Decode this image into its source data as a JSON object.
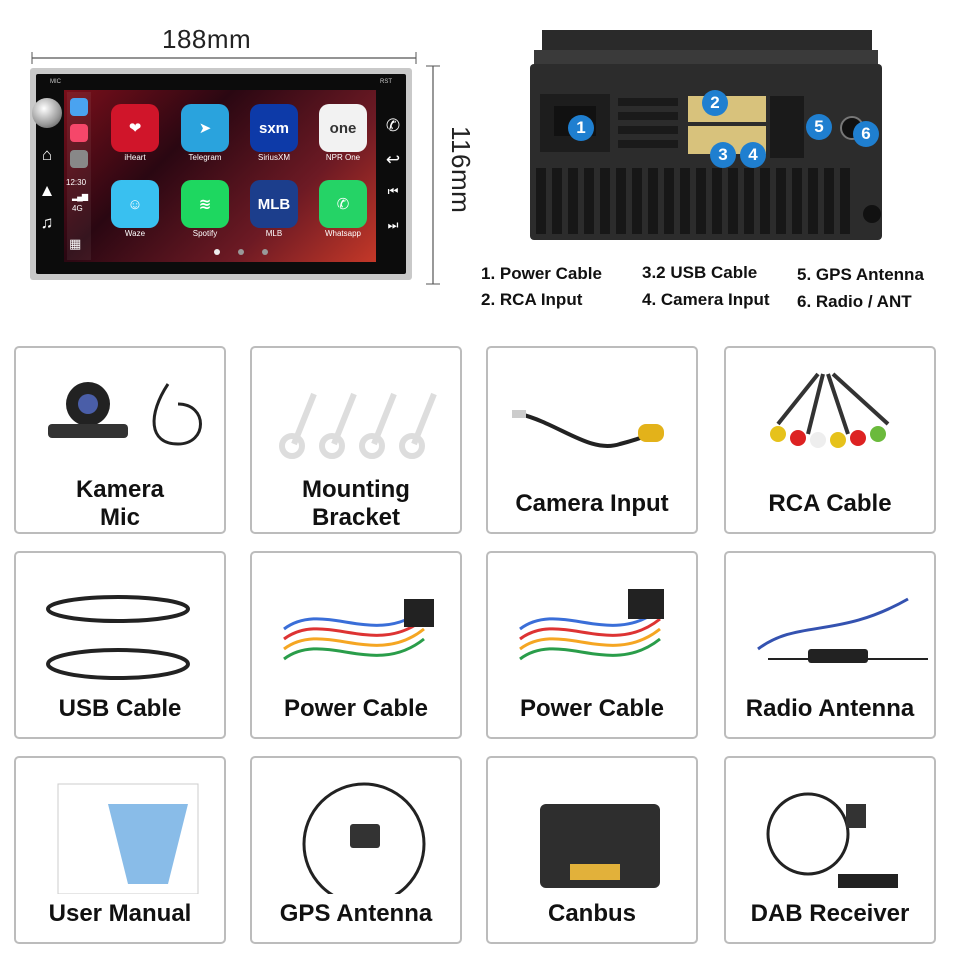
{
  "dimensions": {
    "width": "188mm",
    "height": "116mm"
  },
  "head_unit": {
    "bezel_labels": {
      "mic": "MIC",
      "rst": "RST"
    },
    "status": {
      "time": "12:30",
      "network": "4G"
    },
    "apps": [
      {
        "label": "iHeart",
        "glyph": "❤",
        "color": "#d0152a"
      },
      {
        "label": "Telegram",
        "glyph": "➤",
        "color": "#2aa3dd"
      },
      {
        "label": "SiriusXM",
        "glyph": "sxm",
        "color": "#0d3aa8"
      },
      {
        "label": "NPR One",
        "glyph": "one",
        "color": "#f2f2f2"
      },
      {
        "label": "Waze",
        "glyph": "☺",
        "color": "#39c0f0"
      },
      {
        "label": "Spotify",
        "glyph": "≋",
        "color": "#1ed760"
      },
      {
        "label": "MLB",
        "glyph": "MLB",
        "color": "#1c3e8c"
      },
      {
        "label": "Whatsapp",
        "glyph": "✆",
        "color": "#25d366"
      }
    ],
    "left_icons": [
      "home-icon",
      "navigation-arrow-icon",
      "music-note-icon"
    ],
    "right_icons": [
      "phone-icon",
      "back-icon",
      "previous-track-icon",
      "next-track-icon"
    ]
  },
  "back_panel": {
    "callouts": [
      "1",
      "2",
      "3",
      "4",
      "5",
      "6"
    ]
  },
  "legend": [
    "1. Power Cable",
    "2. RCA Input",
    "3.2 USB Cable",
    "4. Camera Input",
    "5. GPS Antenna",
    "6. Radio / ANT"
  ],
  "accessories": [
    {
      "label1": "Kamera",
      "label2": "Mic"
    },
    {
      "label1": "Mounting",
      "label2": "Bracket"
    },
    {
      "label1": "Camera Input",
      "label2": ""
    },
    {
      "label1": "RCA Cable",
      "label2": ""
    },
    {
      "label1": "USB Cable",
      "label2": ""
    },
    {
      "label1": "Power Cable",
      "label2": ""
    },
    {
      "label1": "Power Cable",
      "label2": ""
    },
    {
      "label1": "Radio Antenna",
      "label2": ""
    },
    {
      "label1": "User Manual",
      "label2": ""
    },
    {
      "label1": "GPS Antenna",
      "label2": ""
    },
    {
      "label1": "Canbus",
      "label2": ""
    },
    {
      "label1": "DAB Receiver",
      "label2": ""
    }
  ],
  "colors": {
    "callout": "#1f7fd0",
    "card_border": "#bcbcbc"
  }
}
